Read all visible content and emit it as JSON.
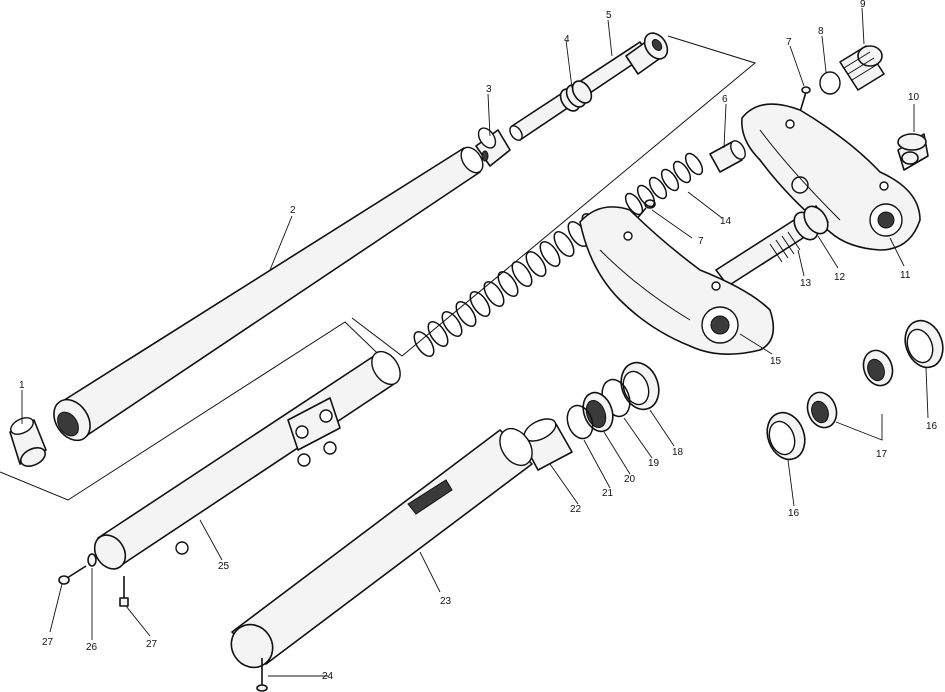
{
  "diagram": {
    "callouts": [
      "1",
      "2",
      "3",
      "4",
      "5",
      "6",
      "7",
      "8",
      "9",
      "10",
      "11",
      "12",
      "13",
      "14",
      "7",
      "15",
      "16",
      "17",
      "16",
      "18",
      "19",
      "20",
      "21",
      "22",
      "23",
      "24",
      "25",
      "26",
      "27",
      "27"
    ]
  }
}
